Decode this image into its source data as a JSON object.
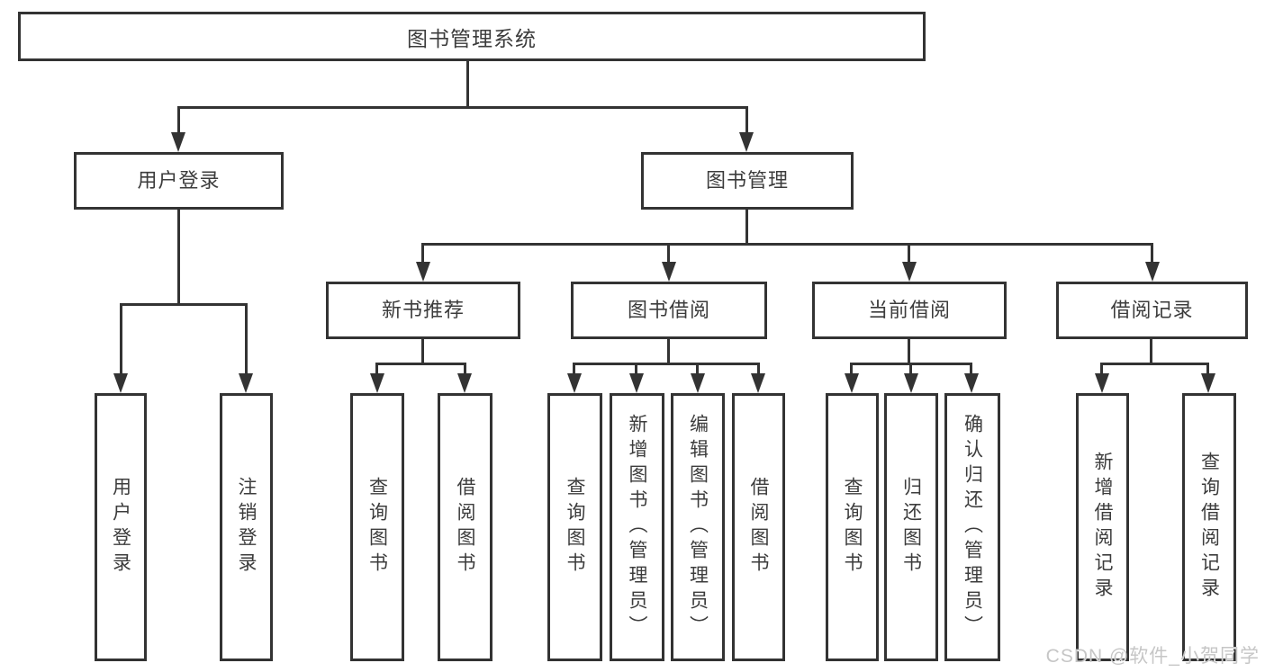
{
  "diagram": {
    "root": "图书管理系统",
    "branches": [
      {
        "label": "用户登录",
        "children": [
          "用户登录",
          "注销登录"
        ]
      },
      {
        "label": "图书管理",
        "groups": [
          {
            "label": "新书推荐",
            "children": [
              "查询图书",
              "借阅图书"
            ]
          },
          {
            "label": "图书借阅",
            "children": [
              "查询图书",
              "新增图书（管理员）",
              "编辑图书（管理员）",
              "借阅图书"
            ]
          },
          {
            "label": "当前借阅",
            "children": [
              "查询图书",
              "归还图书",
              "确认归还（管理员）"
            ]
          },
          {
            "label": "借阅记录",
            "children": [
              "新增借阅记录",
              "查询借阅记录"
            ]
          }
        ]
      }
    ]
  },
  "watermark": "CSDN @软件_小贺同学",
  "colors": {
    "line": "#333333",
    "text": "#3c3c3c",
    "watermark": "#c6c6c6",
    "background": "#ffffff"
  }
}
